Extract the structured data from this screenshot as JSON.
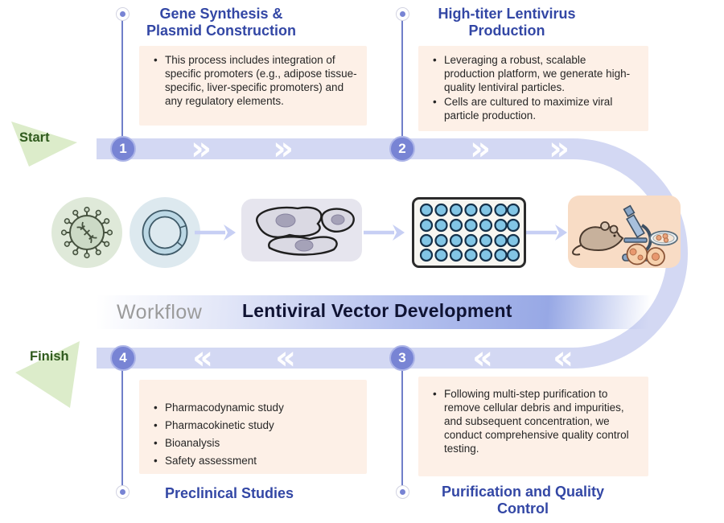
{
  "workflow": {
    "band_label": "Workflow",
    "title": "Lentiviral Vector Development",
    "start_label": "Start",
    "finish_label": "Finish"
  },
  "glyphs": {
    "chevron_right": "»",
    "chevron_left": "«"
  },
  "steps": [
    {
      "number": "1",
      "title_lines": [
        "Gene Synthesis &",
        "Plasmid Construction"
      ],
      "bullets": [
        "This process includes integration of specific promoters (e.g., adipose tissue-specific, liver-specific promoters) and any regulatory elements."
      ]
    },
    {
      "number": "2",
      "title_lines": [
        "High-titer Lentivirus",
        "Production"
      ],
      "bullets": [
        "Leveraging a robust, scalable production platform, we generate high-quality lentiviral particles.",
        "Cells are cultured to maximize viral particle production."
      ]
    },
    {
      "number": "3",
      "title_lines": [
        "Purification and Quality",
        "Control"
      ],
      "bullets": [
        "Following multi-step purification to remove cellular debris and impurities, and subsequent concentration, we conduct comprehensive quality control testing."
      ]
    },
    {
      "number": "4",
      "title_lines": [
        "Preclinical Studies"
      ],
      "bullets": [
        "Pharmacodynamic study",
        "Pharmacokinetic study",
        "Bioanalysis",
        "Safety assessment"
      ]
    }
  ],
  "icons": [
    "lentivirus-icon",
    "plasmid-icon",
    "cells-icon",
    "well-plate-icon",
    "preclinical-testing-icon"
  ],
  "colors": {
    "ribbon": "#d3d8f3",
    "step_circle": "#7884d4",
    "heading_blue": "#3347a5",
    "note_bg": "#fdf0e7",
    "start_finish_bg": "#dcecca",
    "start_finish_text": "#2f5a1d",
    "title_text": "#0f1333",
    "workflow_gray": "#9b9b9b"
  }
}
